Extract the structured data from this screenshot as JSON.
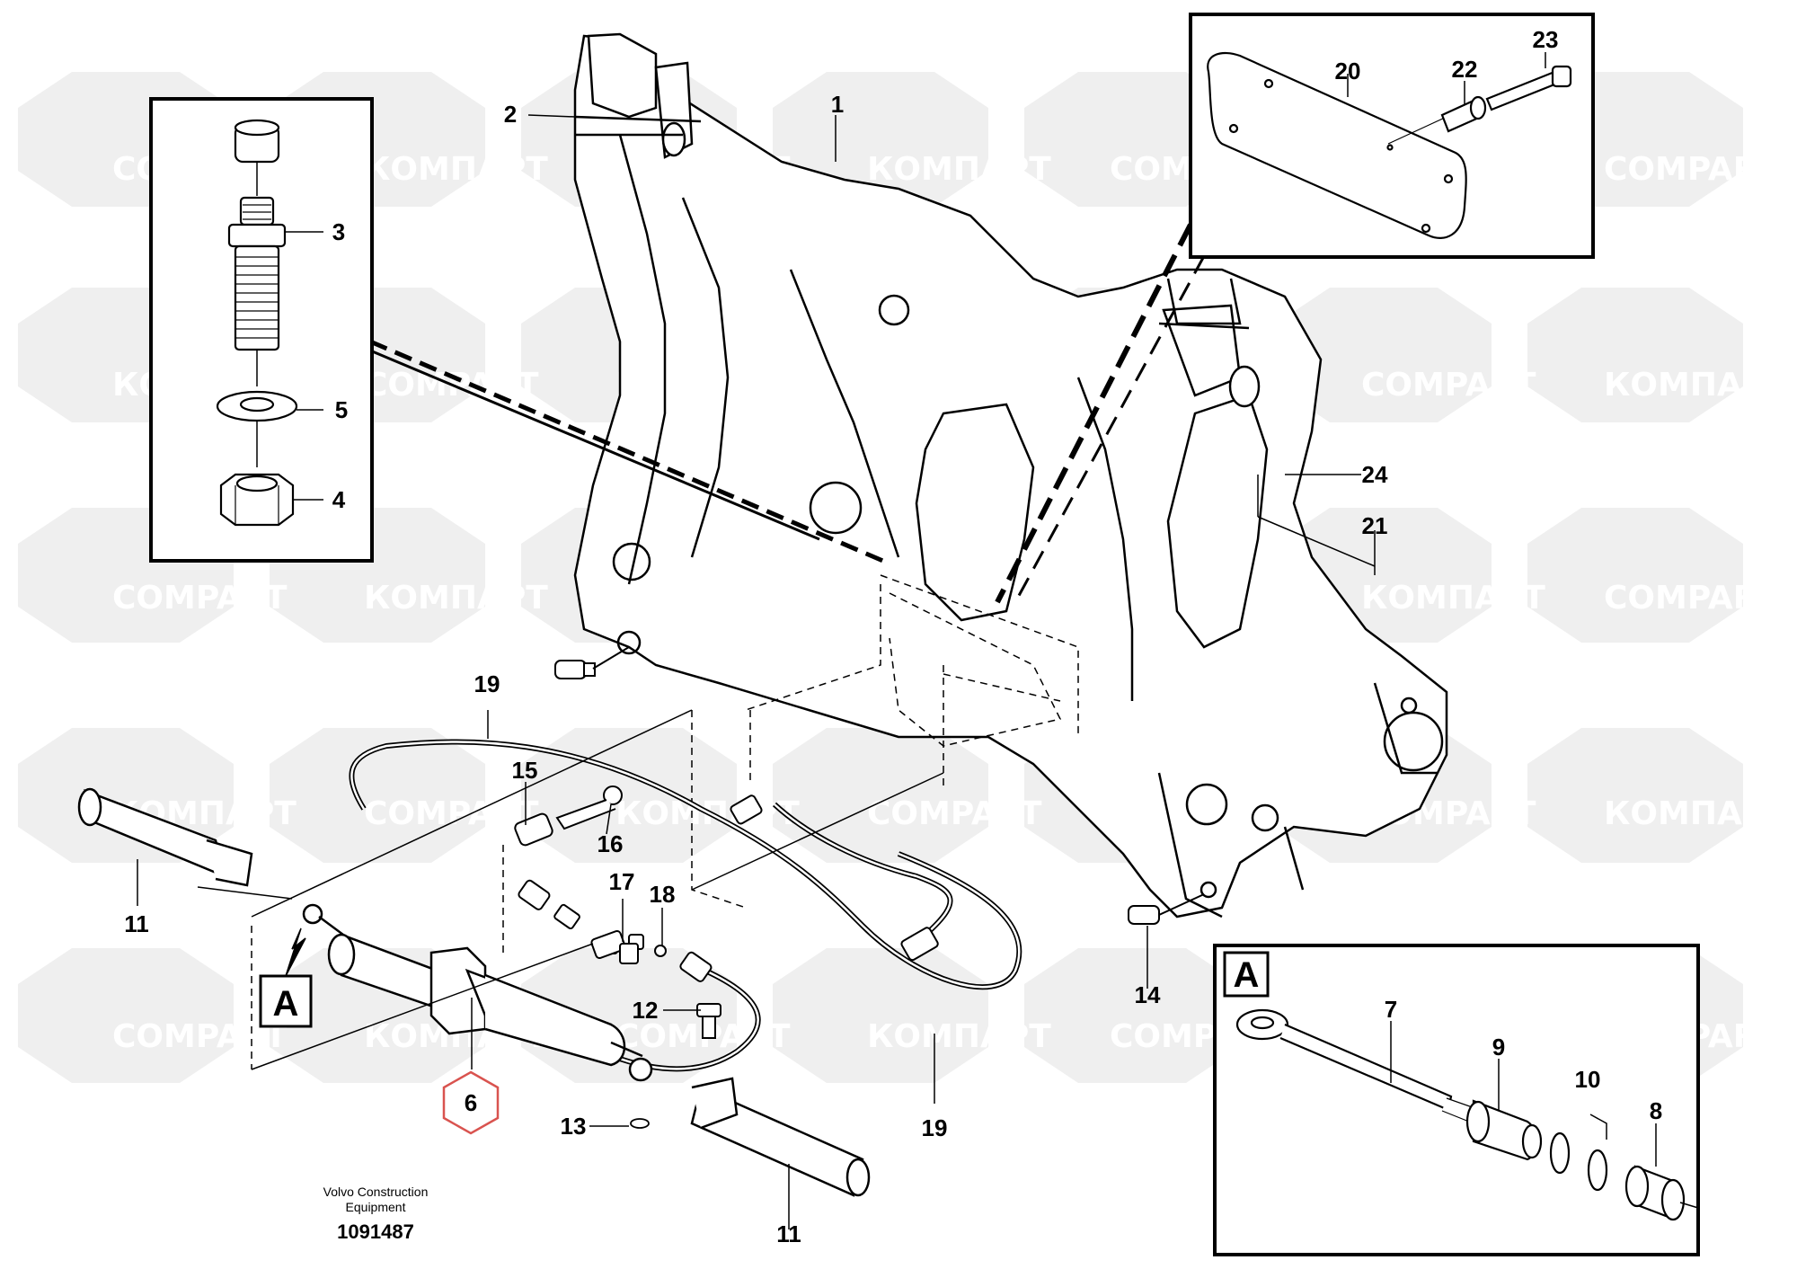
{
  "watermark": {
    "text_latin": "COMPART",
    "text_cyrillic": "КОМПАРТ",
    "color": "#dcdcdc"
  },
  "callouts": [
    "1",
    "2",
    "3",
    "4",
    "5",
    "6",
    "7",
    "8",
    "9",
    "10",
    "11",
    "11",
    "12",
    "13",
    "14",
    "15",
    "16",
    "17",
    "18",
    "19",
    "19",
    "20",
    "21",
    "22",
    "23",
    "24"
  ],
  "detail_view": {
    "label": "A",
    "reference_label": "A"
  },
  "highlight": {
    "part_number": "6",
    "color": "#d9534f"
  },
  "footer": {
    "brand_line1": "Volvo Construction",
    "brand_line2": "Equipment",
    "drawing_number": "1091487"
  }
}
